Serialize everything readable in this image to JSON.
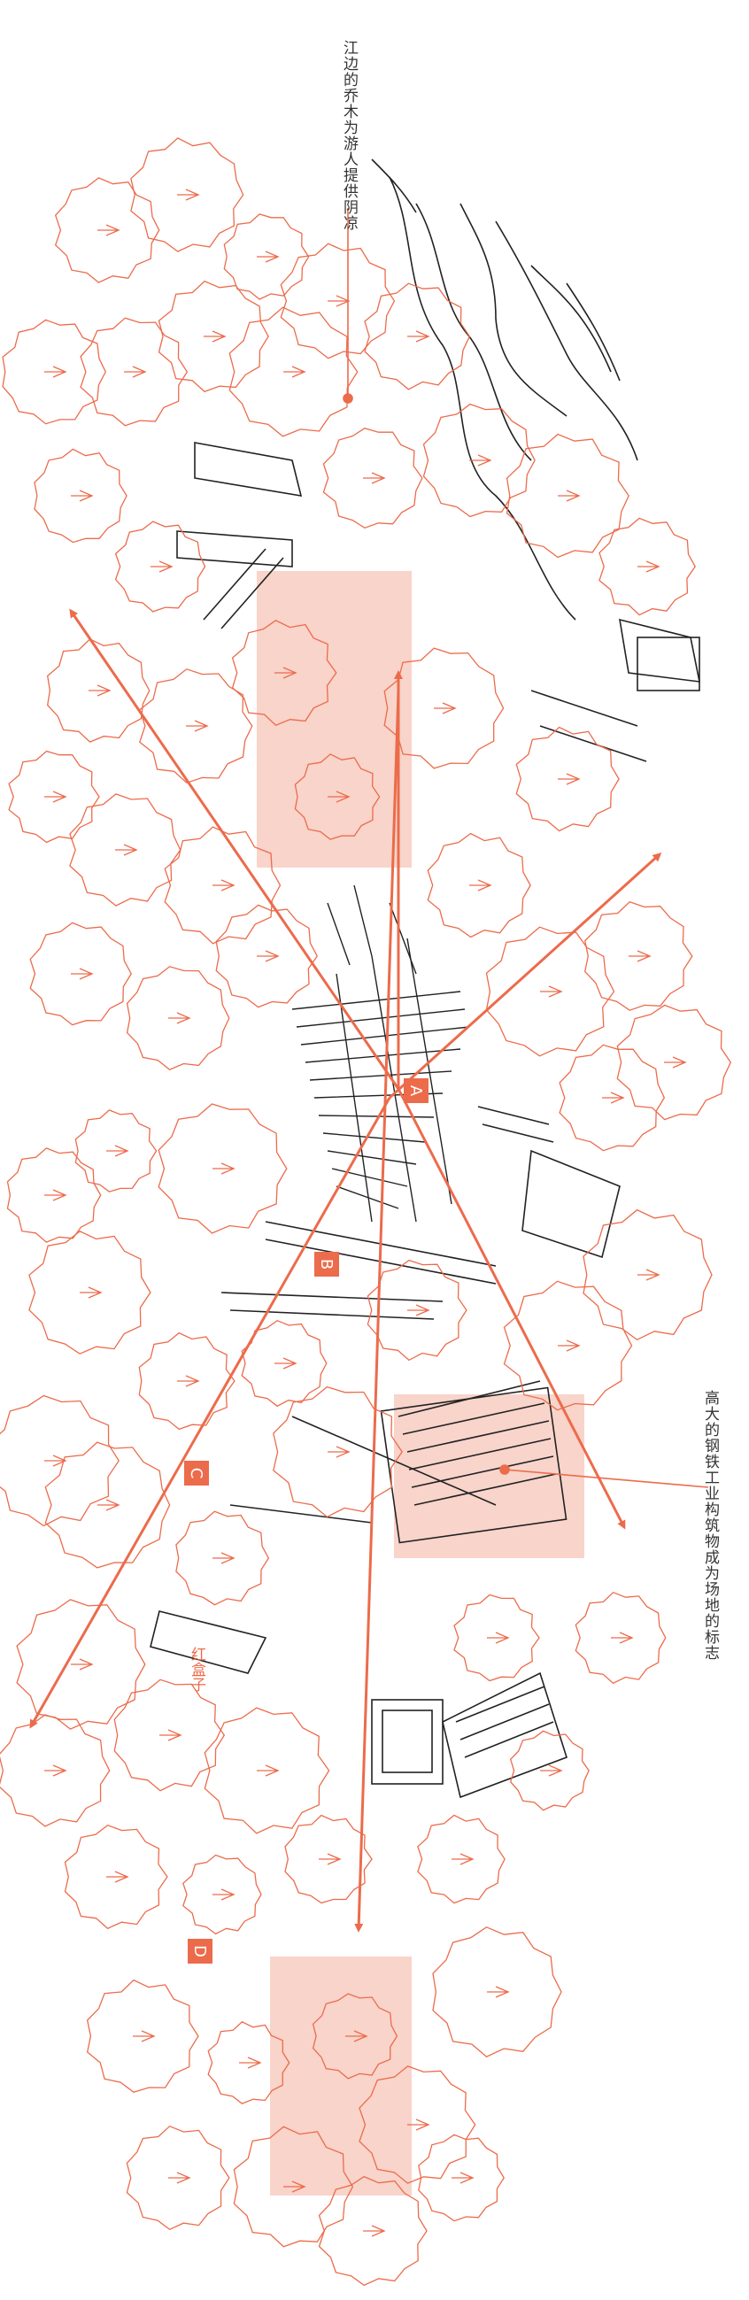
{
  "annotations": {
    "top": "江边的乔木为游人提供阴凉",
    "bottom": "高大的钢铁工业构筑物成为场地的标志"
  },
  "markers": {
    "a": "A",
    "b": "B",
    "c": "C",
    "d": "D"
  },
  "tag": "红盒子",
  "colors": {
    "accent": "#ec6b4b",
    "highlight": "#f6c5b8",
    "ink": "#222222"
  }
}
